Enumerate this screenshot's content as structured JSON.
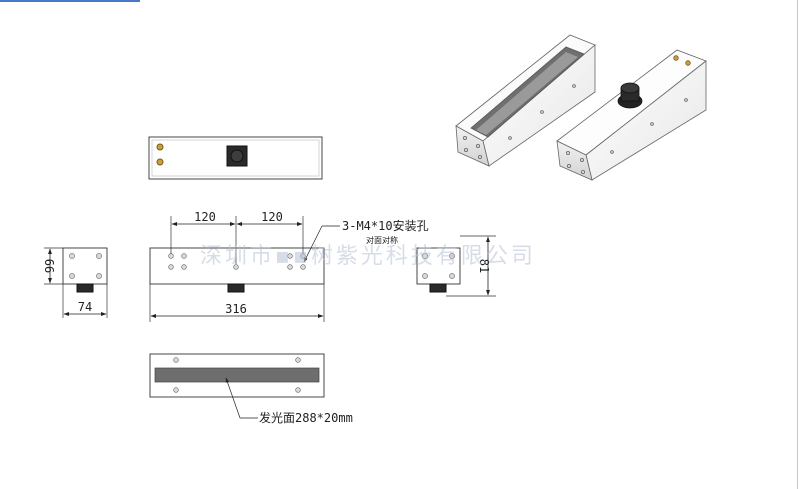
{
  "watermark": "深圳市▪▪树紫光科技有限公司",
  "dimensions": {
    "spacing_left": "120",
    "spacing_right": "120",
    "total_length": "316",
    "end_width": "74",
    "end_height": "66",
    "side_height": "81"
  },
  "annotations": {
    "mount_holes": "3-M4*10安装孔",
    "mount_holes_sub": "对面对称",
    "emitting_face": "发光面288*20mm"
  },
  "colors": {
    "line": "#333333",
    "hole": "#d8d8d8",
    "connector": "#2a2a2a",
    "emitter": "#6e6e6e",
    "brass": "#c8a040",
    "watermark": "#b7c3d6"
  }
}
